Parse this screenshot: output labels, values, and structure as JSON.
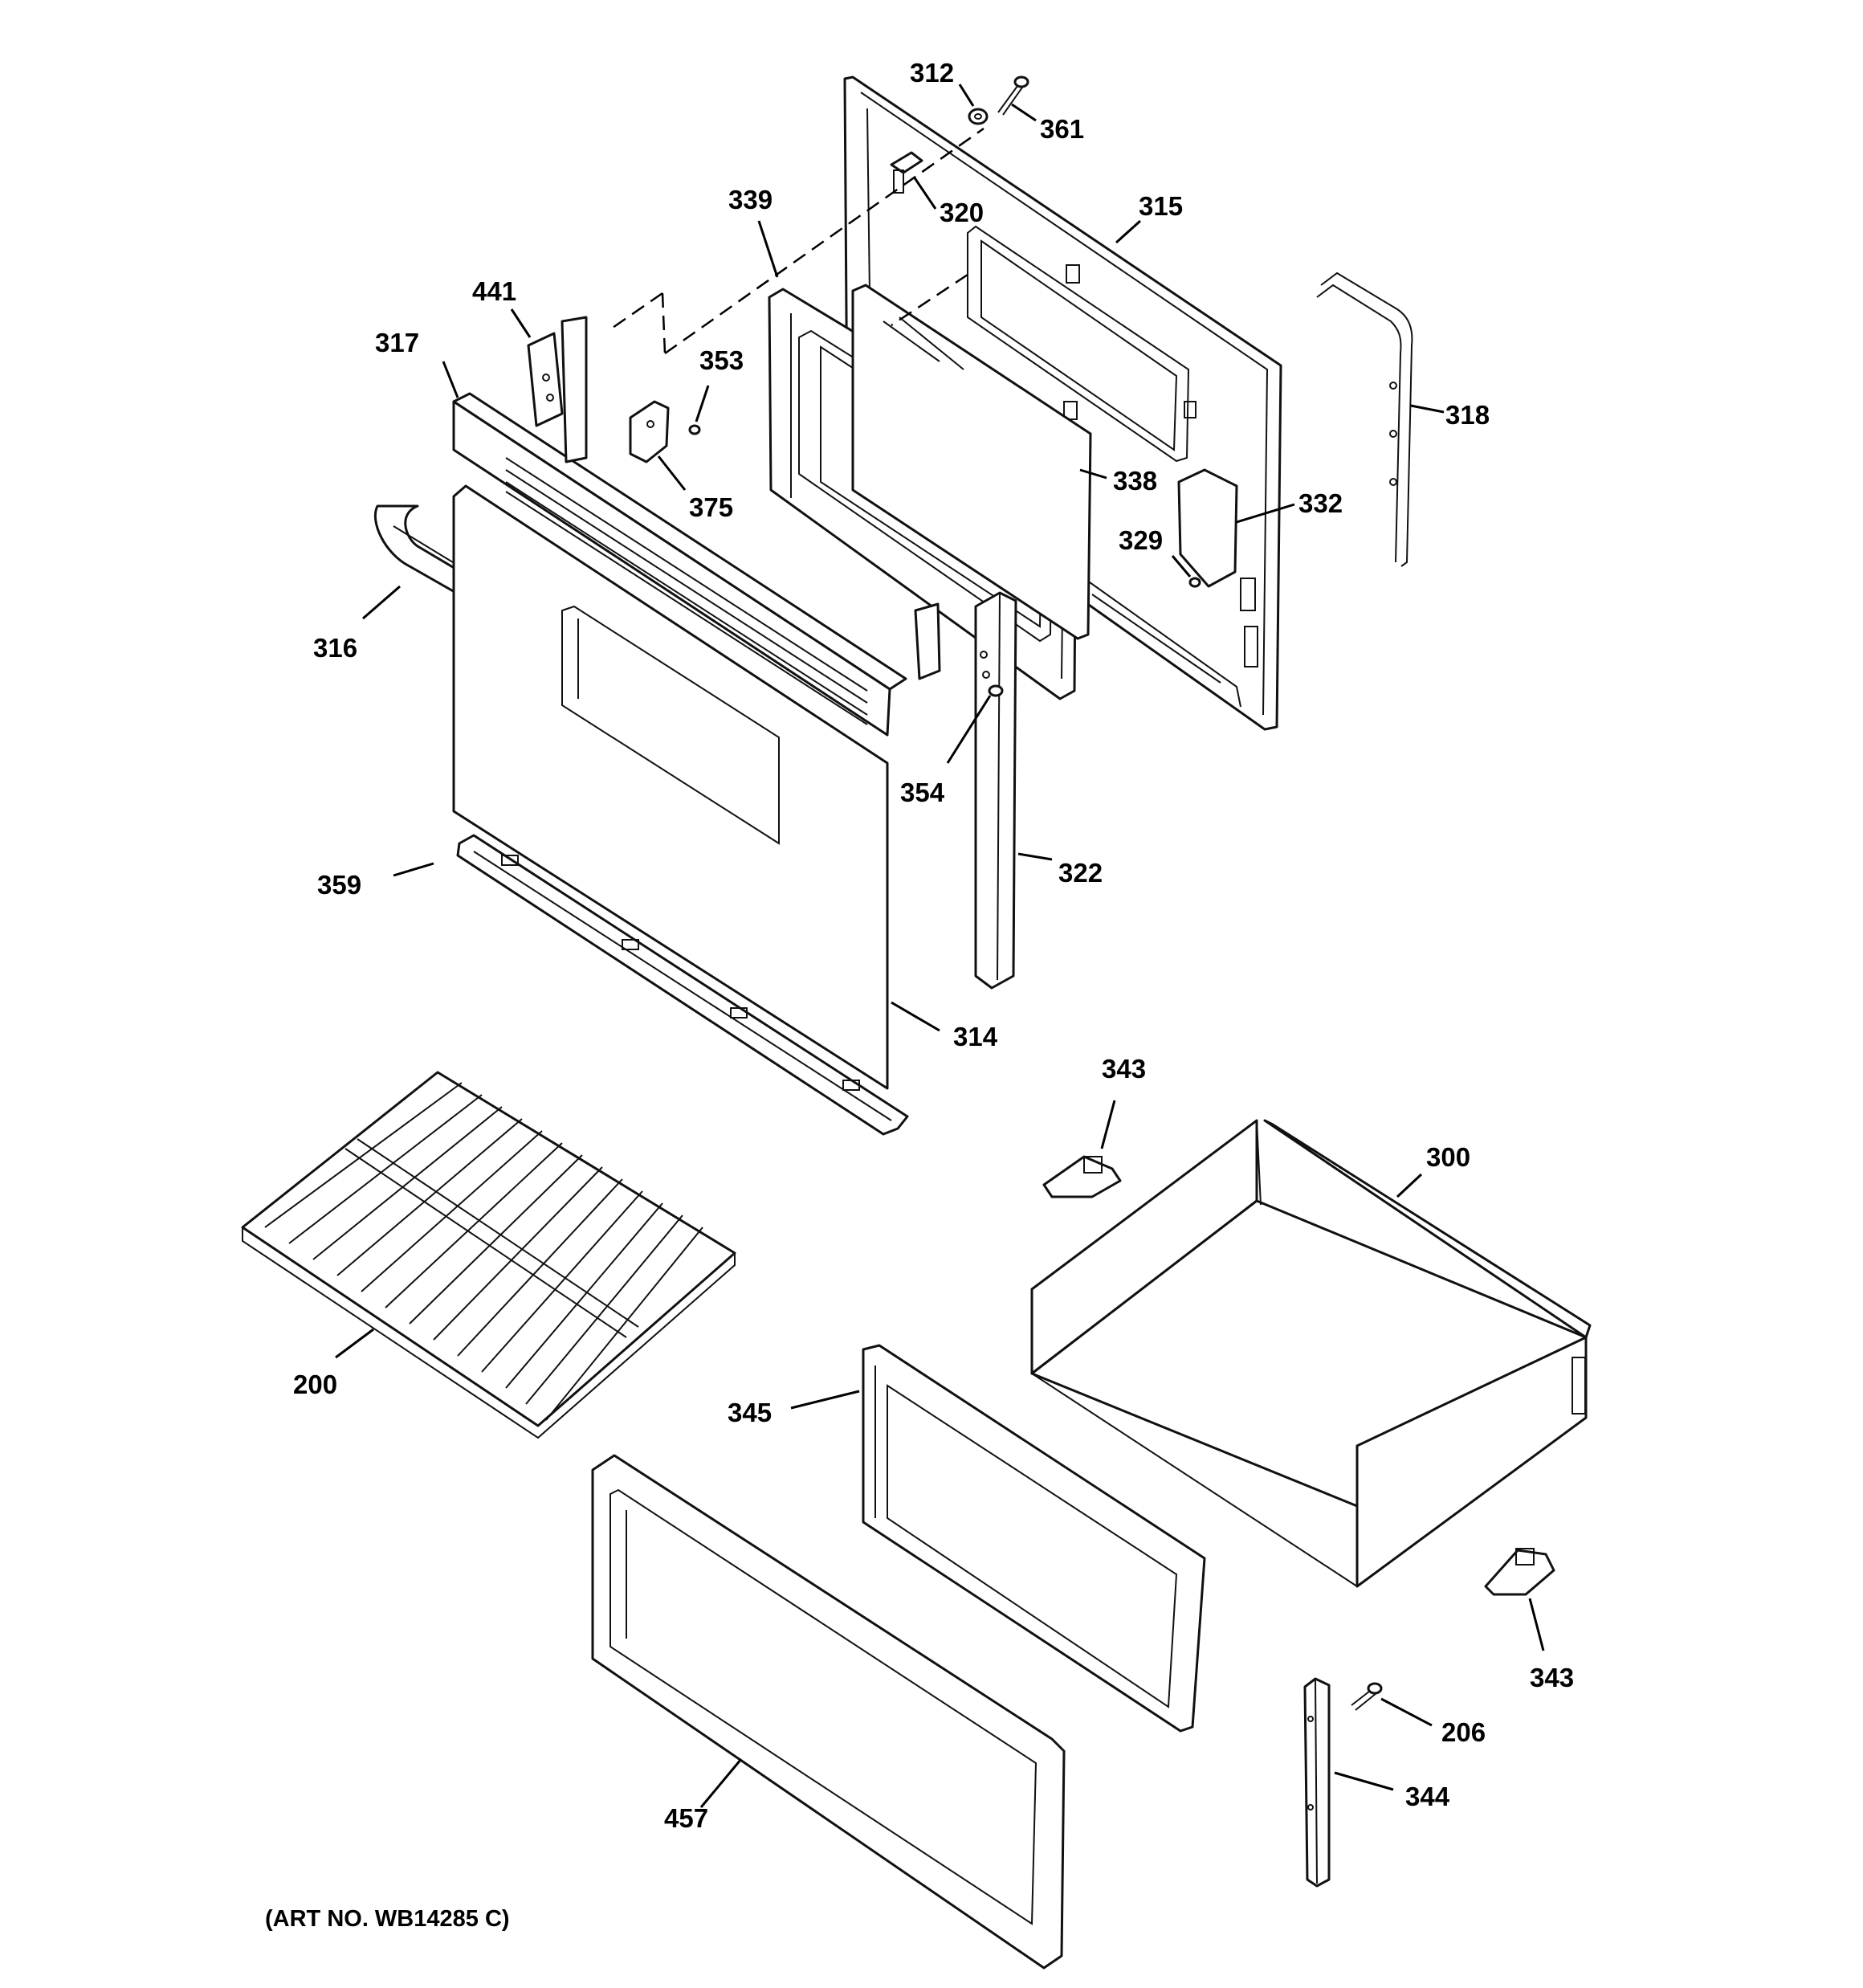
{
  "labels": {
    "p312": "312",
    "p361": "361",
    "p320": "320",
    "p315": "315",
    "p339": "339",
    "p441": "441",
    "p353": "353",
    "p317": "317",
    "p375": "375",
    "p338": "338",
    "p318": "318",
    "p332": "332",
    "p329": "329",
    "p316": "316",
    "p354": "354",
    "p322": "322",
    "p359": "359",
    "p314": "314",
    "p343a": "343",
    "p300": "300",
    "p200": "200",
    "p345": "345",
    "p343b": "343",
    "p206": "206",
    "p344": "344",
    "p457": "457"
  },
  "art_number": "(ART NO. WB14285 C)"
}
